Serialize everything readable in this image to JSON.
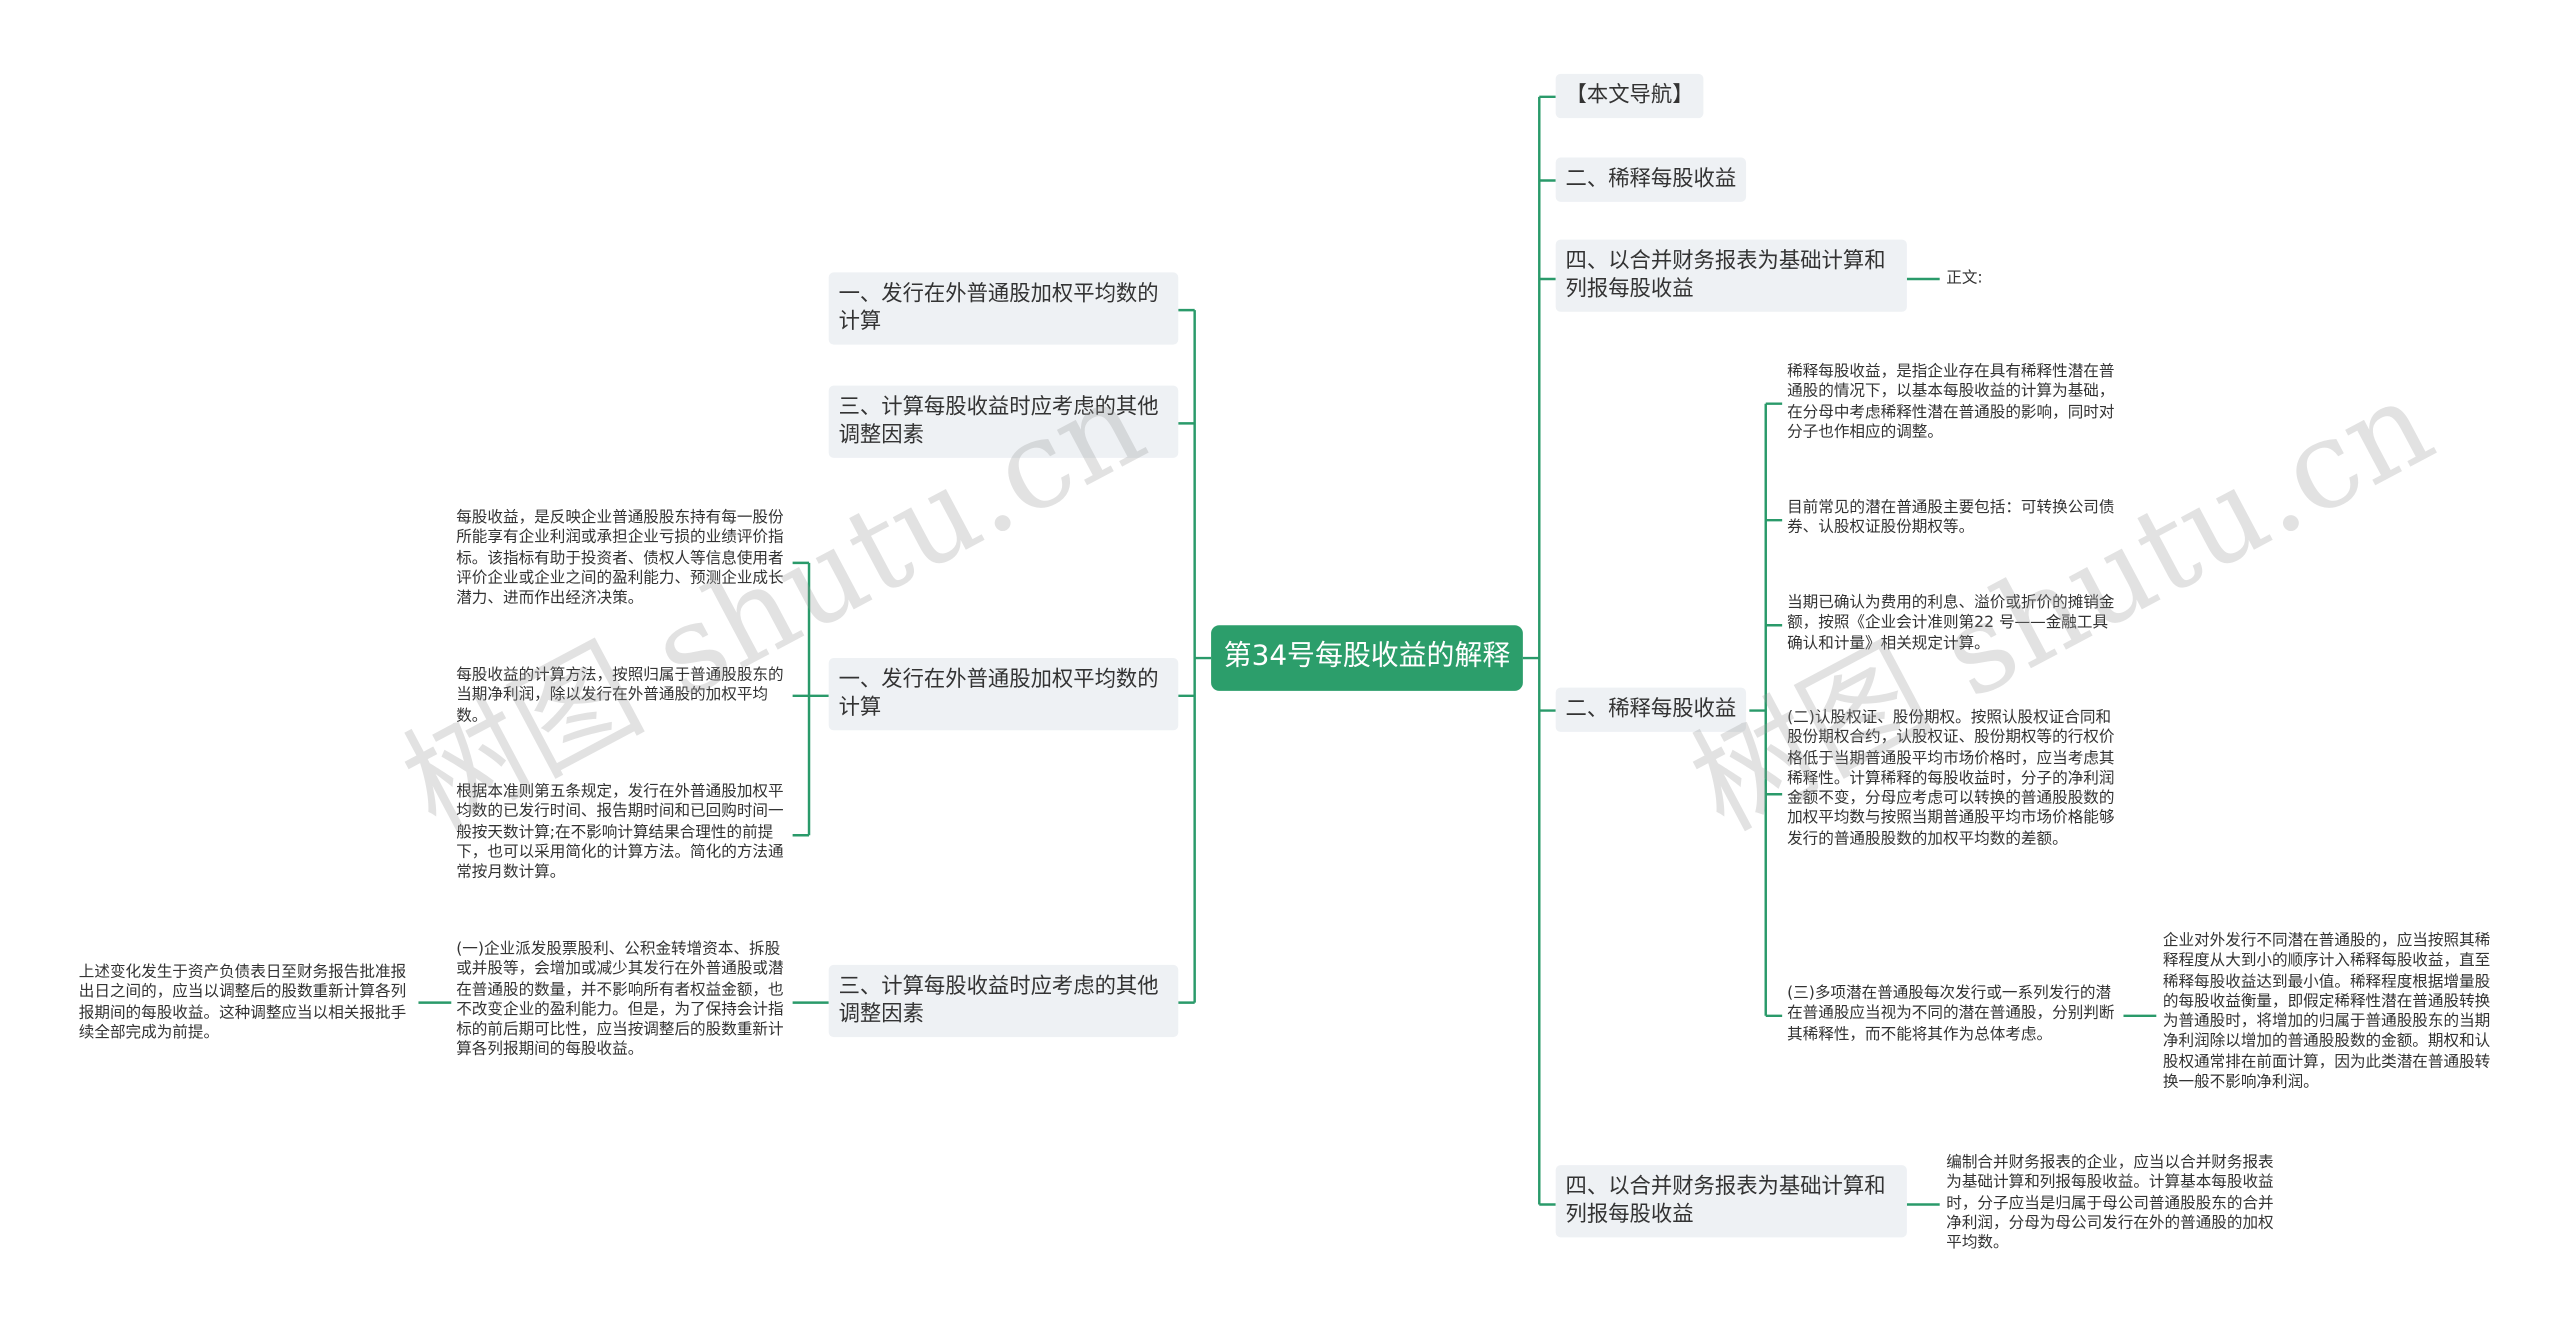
{
  "root": {
    "label": "第34号每股收益的解释"
  },
  "left": {
    "node1": "一、发行在外普通股加权平均数的计算",
    "node2": "三、计算每股收益时应考虑的其他调整因素",
    "node3": "一、发行在外普通股加权平均数的计算",
    "node3_leaves": [
      "每股收益，是反映企业普通股股东持有每一股份所能享有企业利润或承担企业亏损的业绩评价指标。该指标有助于投资者、债权人等信息使用者评价企业或企业之间的盈利能力、预测企业成长潜力、进而作出经济决策。",
      "每股收益的计算方法，按照归属于普通股股东的当期净利润，除以发行在外普通股的加权平均数。",
      "根据本准则第五条规定，发行在外普通股加权平均数的已发行时间、报告期时间和已回购时间一般按天数计算;在不影响计算结果合理性的前提下，也可以采用简化的计算方法。简化的方法通常按月数计算。"
    ],
    "node4": "三、计算每股收益时应考虑的其他调整因素",
    "node4_leaf": "(一)企业派发股票股利、公积金转增资本、拆股或并股等，会增加或减少其发行在外普通股或潜在普通股的数量，并不影响所有者权益金额，也不改变企业的盈利能力。但是，为了保持会计指标的前后期可比性，应当按调整后的股数重新计算各列报期间的每股收益。",
    "node4_subleaf": "上述变化发生于资产负债表日至财务报告批准报出日之间的，应当以调整后的股数重新计算各列报期间的每股收益。这种调整应当以相关报批手续全部完成为前提。"
  },
  "right": {
    "node1": "【本文导航】",
    "node2": "二、稀释每股收益",
    "node3": "四、以合并财务报表为基础计算和列报每股收益",
    "node3_leaf": "正文:",
    "node4": "二、稀释每股收益",
    "node4_leaves": [
      "稀释每股收益，是指企业存在具有稀释性潜在普通股的情况下，以基本每股收益的计算为基础，在分母中考虑稀释性潜在普通股的影响，同时对分子也作相应的调整。",
      "目前常见的潜在普通股主要包括：可转换公司债券、认股权证股份期权等。",
      "当期已确认为费用的利息、溢价或折价的摊销金额，按照《企业会计准则第22 号——金融工具确认和计量》相关规定计算。",
      "(二)认股权证、股份期权。按照认股权证合同和股份期权合约，认股权证、股份期权等的行权价格低于当期普通股平均市场价格时，应当考虑其稀释性。计算稀释的每股收益时，分子的净利润金额不变，分母应考虑可以转换的普通股股数的加权平均数与按照当期普通股平均市场价格能够发行的普通股股数的加权平均数的差额。",
      "(三)多项潜在普通股每次发行或一系列发行的潜在普通股应当视为不同的潜在普通股，分别判断其稀释性，而不能将其作为总体考虑。"
    ],
    "node4_subleaf": "企业对外发行不同潜在普通股的，应当按照其稀释程度从大到小的顺序计入稀释每股收益，直至稀释每股收益达到最小值。稀释程度根据增量股的每股收益衡量，即假定稀释性潜在普通股转换为普通股时，将增加的归属于普通股股东的当期净利润除以增加的普通股股数的金额。期权和认股权通常排在前面计算，因为此类潜在普通股转换一般不影响净利润。",
    "node5": "四、以合并财务报表为基础计算和列报每股收益",
    "node5_leaf": "编制合并财务报表的企业，应当以合并财务报表为基础计算和列报每股收益。计算基本每股收益时，分子应当是归属于母公司普通股股东的合并净利润，分母为母公司发行在外的普通股的加权平均数。"
  },
  "watermarks": [
    "树图 shutu.cn",
    "树图 shutu.cn"
  ],
  "colors": {
    "accent": "#2c9e6b",
    "node_bg": "#eef1f4",
    "link": "#2a9a6a"
  }
}
